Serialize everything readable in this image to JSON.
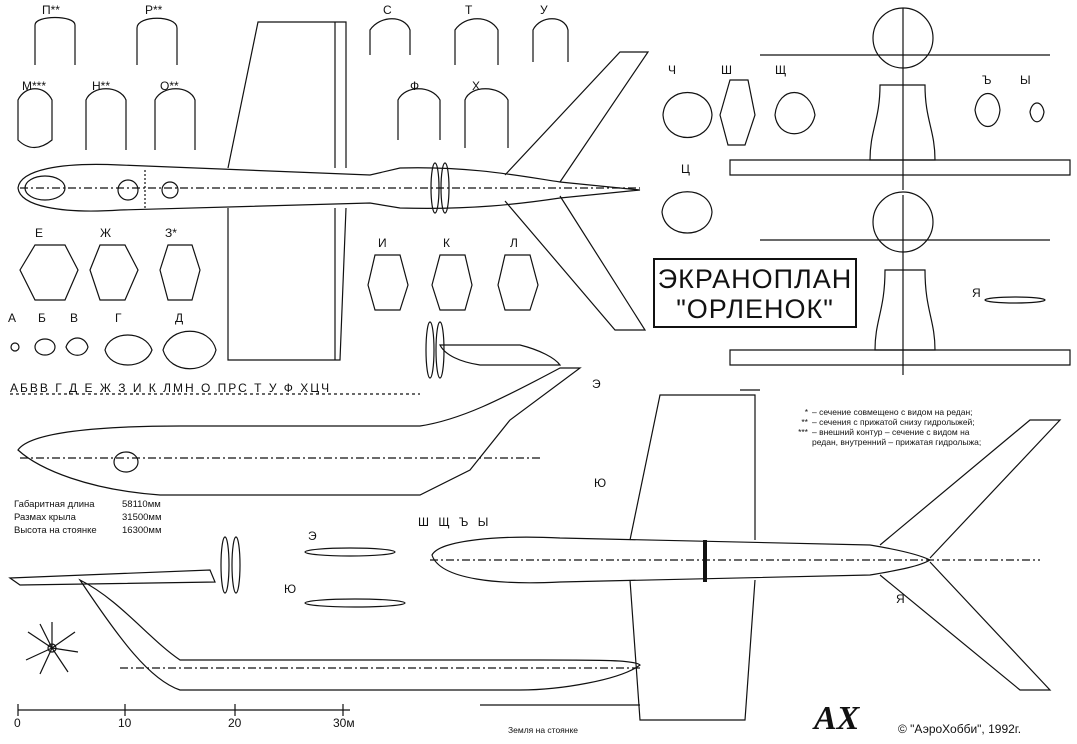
{
  "title": {
    "line1": "ЭКРАНОПЛАН",
    "line2": "\"ОРЛЕНОК\""
  },
  "section_labels": {
    "top_row": [
      "П**",
      "Р**",
      "С",
      "Т",
      "У"
    ],
    "second_row": [
      "М***",
      "Н**",
      "О**",
      "Ф",
      "Х"
    ],
    "third_row": [
      "Е",
      "Ж",
      "З*",
      "И",
      "К",
      "Л"
    ],
    "fourth_row": [
      "А",
      "Б",
      "В",
      "Г",
      "Д"
    ],
    "right_col": [
      "Ч",
      "Ш",
      "Щ",
      "Ц",
      "Ъ",
      "Ы",
      "Я"
    ],
    "station_line": "АБВВ Г Д Е Ж З И К ЛМН О ПРС Т У Ф ХЦЧ",
    "rear_stations": "Ш Щ Ъ Ы",
    "e_label": "Э",
    "yu_label": "Ю",
    "ya_label": "Я",
    "plan_e": "Э",
    "plan_yu": "Ю",
    "plan_ya": "Я"
  },
  "notes": [
    {
      "mark": "*",
      "text": "– сечение совмещено с видом на редан;"
    },
    {
      "mark": "**",
      "text": "– сечения с прижатой снизу гидролыжей;"
    },
    {
      "mark": "***",
      "text": "– внешний контур – сечение с видом на редан, внутренний – прижатая гидролыжа;"
    }
  ],
  "dimensions": [
    {
      "label": "Габаритная длина",
      "value": "58110мм"
    },
    {
      "label": "Размах крыла",
      "value": "31500мм"
    },
    {
      "label": "Высота на стоянке",
      "value": "16300мм"
    }
  ],
  "scale": {
    "labels": [
      "0",
      "10",
      "20",
      "30м"
    ]
  },
  "ground_label": "Земля на стоянке",
  "copyright": "© \"АэроХобби\", 1992г.",
  "logo": "АХ"
}
